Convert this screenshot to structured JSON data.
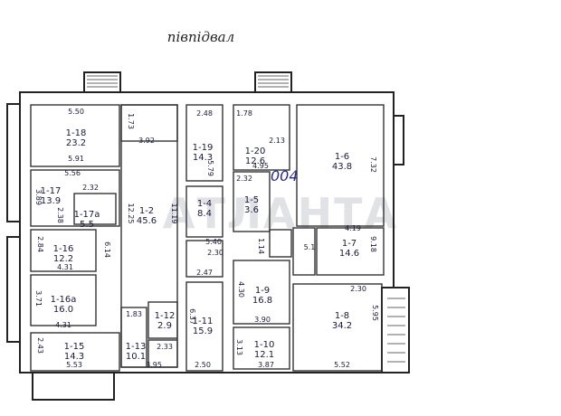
{
  "plan": {
    "title": "півпідвал",
    "watermark": "АТЛАНТА",
    "colors": {
      "ink": "#1a1a3a",
      "wall": "#222222",
      "watermark": "#c9ccd2",
      "stamp": "#2a2a8a"
    },
    "stamp": "004",
    "rooms": [
      {
        "id": "1-18",
        "area": "23.2"
      },
      {
        "id": "1-17",
        "area": "13.9"
      },
      {
        "id": "1-17а",
        "area": "5.5"
      },
      {
        "id": "1-16",
        "area": "12.2"
      },
      {
        "id": "1-16а",
        "area": "16.0"
      },
      {
        "id": "1-15",
        "area": "14.3"
      },
      {
        "id": "1-2",
        "area": "45.6"
      },
      {
        "id": "1-19",
        "area": "14.3"
      },
      {
        "id": "1-20",
        "area": "12.6"
      },
      {
        "id": "1-5",
        "area": "3.6"
      },
      {
        "id": "1-4",
        "area": "8.4"
      },
      {
        "id": "1-6",
        "area": "43.8"
      },
      {
        "id": "1-7",
        "area": "14.6"
      },
      {
        "id": "1-9",
        "area": "16.8"
      },
      {
        "id": "1-8",
        "area": "34.2"
      },
      {
        "id": "1-10",
        "area": "12.1"
      },
      {
        "id": "1-11",
        "area": "15.9"
      },
      {
        "id": "1-12",
        "area": "2.9"
      },
      {
        "id": "1-13",
        "area": "10.1"
      }
    ],
    "dimensions": [
      "5.50",
      "5.91",
      "3.92",
      "2.48",
      "5.79",
      "1.78",
      "2.13",
      "4.95",
      "5.56",
      "3.89",
      "2.32",
      "2.38",
      "12.25",
      "11.19",
      "2.32",
      "7.32",
      "2.84",
      "6.14",
      "4.31",
      "3.71",
      "4.31",
      "5.40",
      "2.30",
      "2.47",
      "4.19",
      "9.18",
      "4.30",
      "3.90",
      "6.37",
      "3.13",
      "3.87",
      "2.50",
      "3.95",
      "2.43",
      "5.53",
      "5.52",
      "5.95",
      "2.30",
      "1.73",
      "1.83",
      "2.33",
      "1.14",
      "5.1"
    ]
  }
}
